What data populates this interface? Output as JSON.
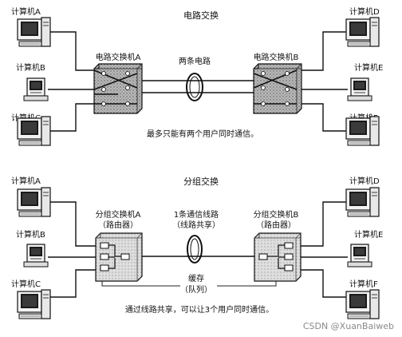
{
  "top": {
    "title": "电路交换",
    "switch_a": "电路交换机A",
    "switch_b": "电路交换机B",
    "wires": "两条电路",
    "caption": "最多只能有两个用户同时通信。",
    "computers": {
      "a": "计算机A",
      "b": "计算机B",
      "c": "计算机C",
      "d": "计算机D",
      "e": "计算机E",
      "f": "计算机F"
    }
  },
  "bottom": {
    "title": "分组交换",
    "switch_a": "分组交换机A",
    "switch_a_sub": "（路由器）",
    "switch_b": "分组交换机B",
    "switch_b_sub": "（路由器）",
    "line": "1条通信线路",
    "line_sub": "（线路共享）",
    "buffer": "缓存",
    "buffer_sub": "（队列）",
    "caption": "通过线路共享，可以让3个用户同时通信。",
    "computers": {
      "a": "计算机A",
      "b": "计算机B",
      "c": "计算机C",
      "d": "计算机D",
      "e": "计算机E",
      "f": "计算机F"
    }
  },
  "watermark": "CSDN @XuanBaiweb"
}
